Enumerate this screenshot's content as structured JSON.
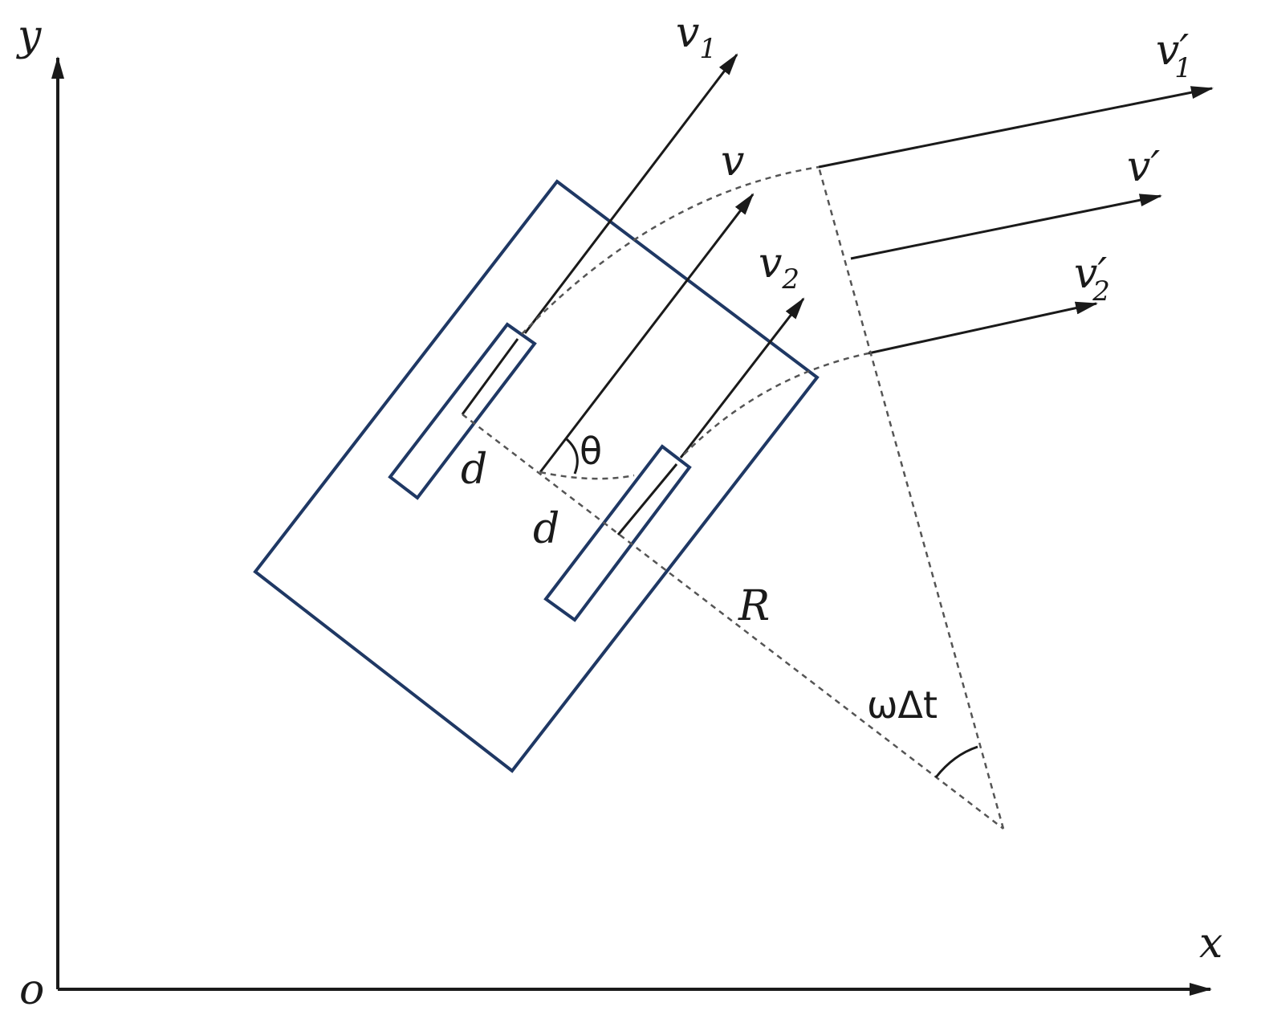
{
  "labels": {
    "y_axis": "y",
    "x_axis": "x",
    "origin": "o",
    "v1": "v",
    "v1_sub": "1",
    "v": "v",
    "v2": "v",
    "v2_sub": "2",
    "v1_prime": "v′",
    "v1_prime_sub": "1",
    "v_prime": "v′",
    "v2_prime": "v′",
    "v2_prime_sub": "2",
    "theta": "θ",
    "d_upper": "d",
    "d_lower": "d",
    "radius": "R",
    "angle": "ωΔt"
  },
  "colors": {
    "robot_outline": "#1f3864",
    "lines": "#1a1a1a",
    "dashed": "#555555"
  }
}
